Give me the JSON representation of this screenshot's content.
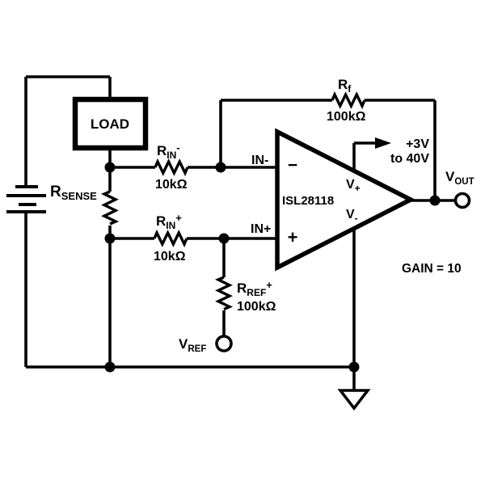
{
  "colors": {
    "background": "#ffffff",
    "ink": "#000000"
  },
  "load": {
    "label": "LOAD"
  },
  "resistors": {
    "rsense": {
      "base": "R",
      "sub": "SENSE"
    },
    "rin_minus": {
      "base": "R",
      "sub": "IN",
      "sup": "-",
      "value": "10kΩ"
    },
    "rin_plus": {
      "base": "R",
      "sub": "IN",
      "sup": "+",
      "value": "10kΩ"
    },
    "rref": {
      "base": "R",
      "sub": "REF",
      "sup": "+",
      "value": "100kΩ"
    },
    "rf": {
      "base": "R",
      "sub": "f",
      "value": "100kΩ"
    }
  },
  "opamp": {
    "part_number": "ISL28118",
    "in_minus_label": "IN-",
    "in_plus_label": "IN+",
    "minus_sign": "−",
    "plus_sign": "+",
    "vplus": {
      "base": "V",
      "sub": "+"
    },
    "vminus": {
      "base": "V",
      "sub": "-"
    }
  },
  "supply": {
    "line1": "+3V",
    "line2": "to 40V"
  },
  "terminals": {
    "vout": {
      "base": "V",
      "sub": "OUT"
    },
    "vref": {
      "base": "V",
      "sub": "REF"
    }
  },
  "annotation": {
    "gain": "GAIN = 10"
  }
}
